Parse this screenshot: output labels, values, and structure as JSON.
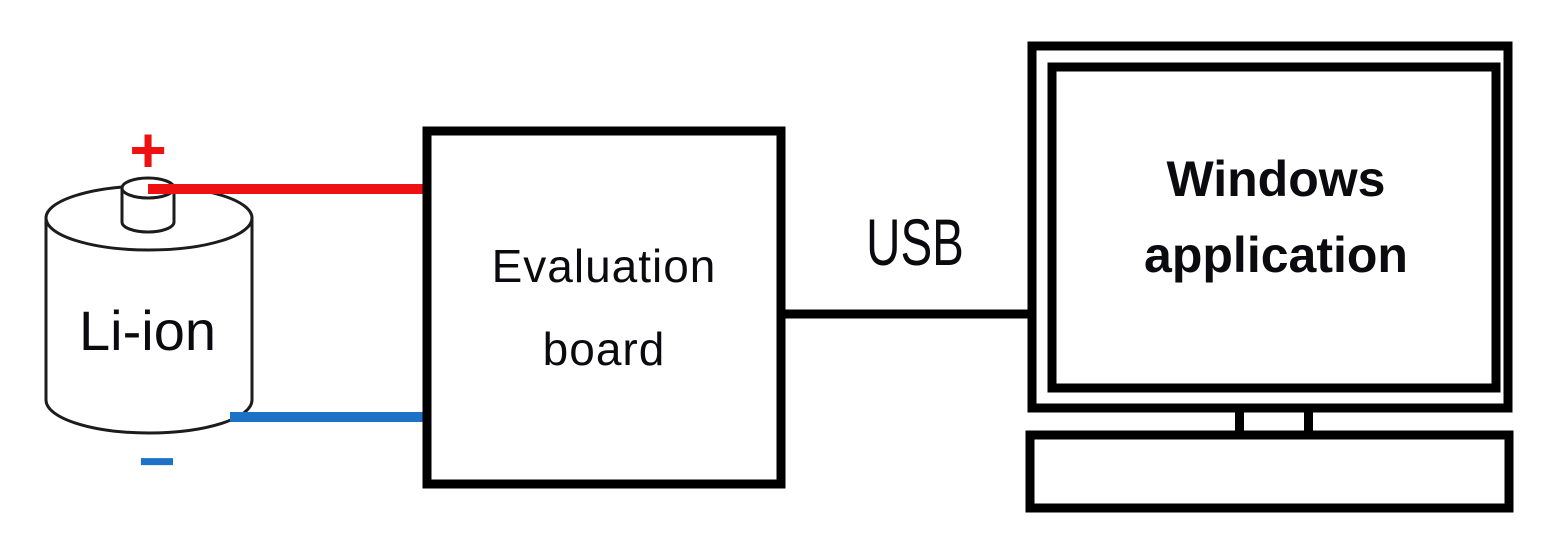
{
  "diagram": {
    "type": "block-diagram",
    "description_visible_text_only": true
  },
  "battery": {
    "label": "Li-ion",
    "plus_symbol": "+",
    "minus_symbol": "−"
  },
  "board": {
    "line1": "Evaluation",
    "line2": "board"
  },
  "usb": {
    "label": "USB"
  },
  "computer": {
    "line1": "Windows",
    "line2": "application"
  },
  "colors": {
    "positive_red": "#ef1111",
    "negative_blue": "#1e72c6",
    "line_black": "#000000",
    "background": "#ffffff"
  }
}
